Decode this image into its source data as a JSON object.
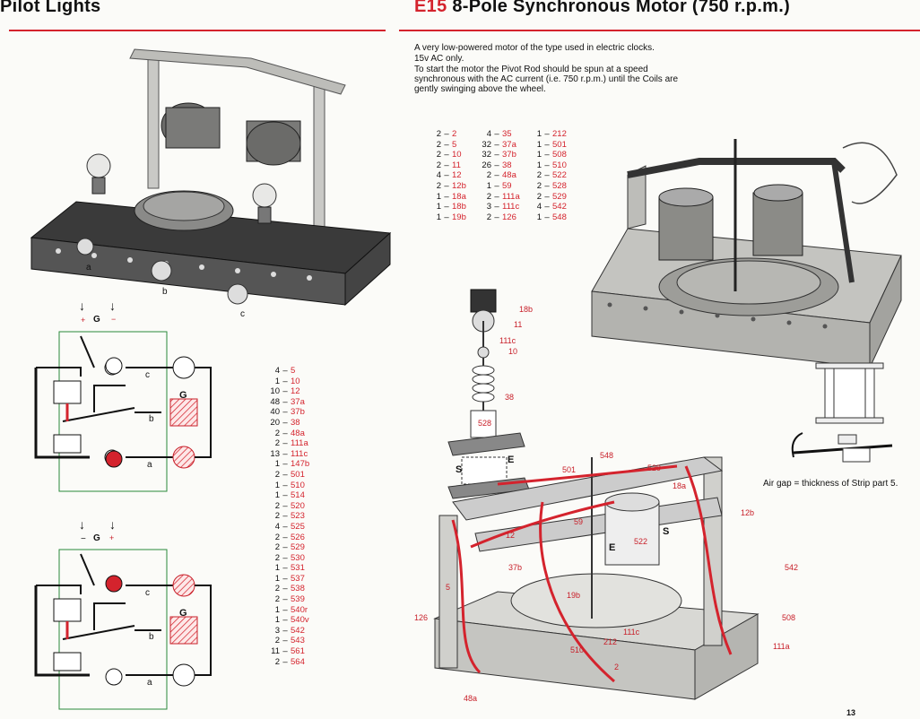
{
  "left": {
    "title": "Pilot Lights",
    "model_labels": {
      "a": "a",
      "b": "b",
      "c": "c"
    },
    "diagram1": {
      "arrow1": "↓",
      "arrow2": "↓",
      "plus": "+",
      "g": "G",
      "minus": "−",
      "c": "c",
      "b": "b",
      "a": "a",
      "box_g": "G"
    },
    "diagram2": {
      "arrow1": "↓",
      "arrow2": "↓",
      "minus": "−",
      "g": "G",
      "plus": "+",
      "c": "c",
      "b": "b",
      "a": "a",
      "box_g": "G"
    },
    "parts": [
      {
        "qty": "4",
        "part": "5"
      },
      {
        "qty": "1",
        "part": "10"
      },
      {
        "qty": "10",
        "part": "12"
      },
      {
        "qty": "48",
        "part": "37a"
      },
      {
        "qty": "40",
        "part": "37b"
      },
      {
        "qty": "20",
        "part": "38"
      },
      {
        "qty": "2",
        "part": "48a"
      },
      {
        "qty": "2",
        "part": "111a"
      },
      {
        "qty": "13",
        "part": "111c"
      },
      {
        "qty": "1",
        "part": "147b"
      },
      {
        "qty": "2",
        "part": "501"
      },
      {
        "qty": "1",
        "part": "510"
      },
      {
        "qty": "1",
        "part": "514"
      },
      {
        "qty": "2",
        "part": "520"
      },
      {
        "qty": "2",
        "part": "523"
      },
      {
        "qty": "4",
        "part": "525"
      },
      {
        "qty": "2",
        "part": "526"
      },
      {
        "qty": "2",
        "part": "529"
      },
      {
        "qty": "2",
        "part": "530"
      },
      {
        "qty": "1",
        "part": "531"
      },
      {
        "qty": "1",
        "part": "537"
      },
      {
        "qty": "2",
        "part": "538"
      },
      {
        "qty": "2",
        "part": "539"
      },
      {
        "qty": "1",
        "part": "540r"
      },
      {
        "qty": "1",
        "part": "540v"
      },
      {
        "qty": "3",
        "part": "542"
      },
      {
        "qty": "2",
        "part": "543"
      },
      {
        "qty": "11",
        "part": "561"
      },
      {
        "qty": "2",
        "part": "564"
      }
    ]
  },
  "right": {
    "code": "E15",
    "title": "8-Pole Synchronous Motor (750 r.p.m.)",
    "description": [
      "A very low-powered motor of the type used in electric clocks.",
      "15v AC only.",
      "To start the motor the Pivot Rod should be spun at a speed synchronous with the AC current (i.e. 750 r.p.m.) until the Coils are gently swinging above the wheel."
    ],
    "parts_col1": [
      {
        "qty": "2",
        "part": "2"
      },
      {
        "qty": "2",
        "part": "5"
      },
      {
        "qty": "2",
        "part": "10"
      },
      {
        "qty": "2",
        "part": "11"
      },
      {
        "qty": "4",
        "part": "12"
      },
      {
        "qty": "2",
        "part": "12b"
      },
      {
        "qty": "1",
        "part": "18a"
      },
      {
        "qty": "1",
        "part": "18b"
      },
      {
        "qty": "1",
        "part": "19b"
      }
    ],
    "parts_col2": [
      {
        "qty": "4",
        "part": "35"
      },
      {
        "qty": "32",
        "part": "37a"
      },
      {
        "qty": "32",
        "part": "37b"
      },
      {
        "qty": "26",
        "part": "38"
      },
      {
        "qty": "2",
        "part": "48a"
      },
      {
        "qty": "1",
        "part": "59"
      },
      {
        "qty": "2",
        "part": "111a"
      },
      {
        "qty": "3",
        "part": "111c"
      },
      {
        "qty": "2",
        "part": "126"
      }
    ],
    "parts_col3": [
      {
        "qty": "1",
        "part": "212"
      },
      {
        "qty": "1",
        "part": "501"
      },
      {
        "qty": "1",
        "part": "508"
      },
      {
        "qty": "1",
        "part": "510"
      },
      {
        "qty": "2",
        "part": "522"
      },
      {
        "qty": "2",
        "part": "528"
      },
      {
        "qty": "2",
        "part": "529"
      },
      {
        "qty": "4",
        "part": "542"
      },
      {
        "qty": "1",
        "part": "548"
      }
    ],
    "air_gap": "Air gap = thickness of Strip part 5.",
    "exploded_labels": {
      "l18b": "18b",
      "l11": "11",
      "l111c": "111c",
      "l10": "10",
      "l38": "38",
      "l528": "528",
      "s1": "S",
      "e1": "E"
    },
    "diagram_labels": {
      "l548": "548",
      "l501": "501",
      "l529": "529",
      "l18a": "18a",
      "l12b": "12b",
      "l59": "59",
      "l12": "12",
      "l522": "522",
      "le": "E",
      "ls": "S",
      "l37b": "37b",
      "l542": "542",
      "l5": "5",
      "l19b": "19b",
      "l126": "126",
      "l508": "508",
      "l510": "510",
      "l212": "212",
      "l111c": "111c",
      "l2": "2",
      "l111a": "111a",
      "l48a": "48a"
    },
    "page_number": "13"
  },
  "colors": {
    "accent": "#d4232d",
    "text": "#111111",
    "metal": "#8a8a88",
    "dark": "#2a2a2a"
  }
}
